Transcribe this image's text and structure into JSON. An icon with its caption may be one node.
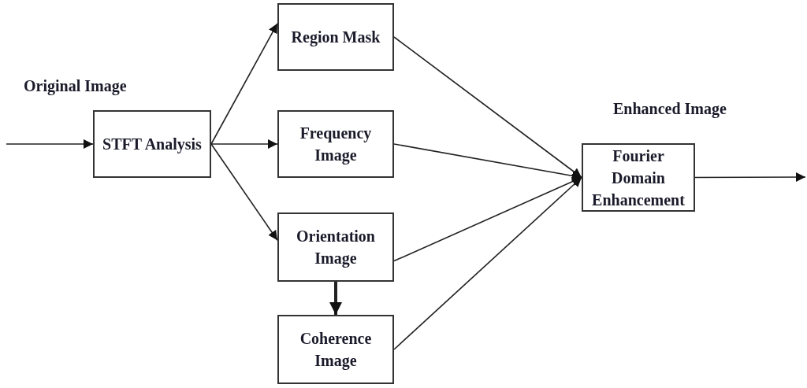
{
  "diagram": {
    "nodes": [
      {
        "text": [
          "STFT Analysis"
        ]
      },
      {
        "text": [
          "Region Mask"
        ]
      },
      {
        "text": [
          "Frequency Image"
        ]
      },
      {
        "text": [
          "Orientation Image"
        ]
      },
      {
        "text": [
          "Coherence Image"
        ]
      },
      {
        "text": [
          "Fourier Domain Enhancement"
        ]
      }
    ],
    "edges": [
      {
        "from": null,
        "to": 0,
        "arrow": "to"
      },
      {
        "from": 0,
        "to": 1,
        "arrow": "to"
      },
      {
        "from": 0,
        "to": 2,
        "arrow": "to"
      },
      {
        "from": 0,
        "to": 3,
        "arrow": "to"
      },
      {
        "from": 3,
        "to": 4,
        "arrow": "to",
        "style": "thick"
      },
      {
        "from": 1,
        "to": 5,
        "arrow": "to"
      },
      {
        "from": 2,
        "to": 5,
        "arrow": "to"
      },
      {
        "from": 3,
        "to": 5,
        "arrow": "to"
      },
      {
        "from": 4,
        "to": 5,
        "arrow": "to"
      },
      {
        "from": 5,
        "to": null,
        "arrow": "to"
      }
    ],
    "labels": [
      "Original Image",
      "Enhanced Image"
    ]
  }
}
